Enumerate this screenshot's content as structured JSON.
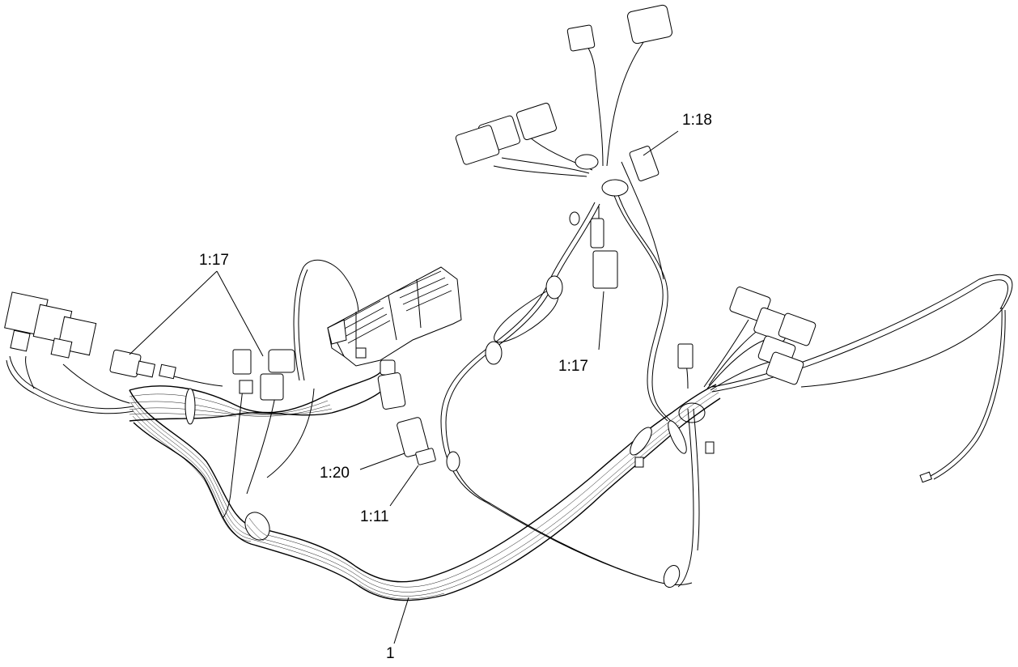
{
  "callouts": {
    "c_17_left": "1:17",
    "c_18": "1:18",
    "c_17_right": "1:17",
    "c_20": "1:20",
    "c_11": "1:11",
    "c_1": "1"
  }
}
